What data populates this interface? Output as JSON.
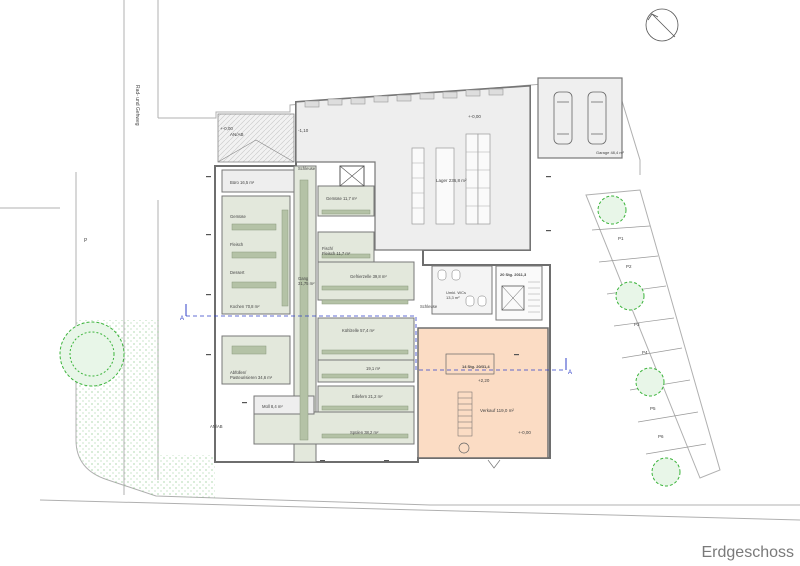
{
  "title": "Erdgeschoss",
  "street_label": "Rad- und Gehweg",
  "area_label_p": "P",
  "entrance_label": "AN/AB",
  "entrance_label_2": "AN/AB",
  "level_entry": "+-0,00",
  "level_ramp": "-1,10",
  "level_store": "+-0,00",
  "level_sales": "+-0,00",
  "level_gallery": "+2,20",
  "rooms": {
    "garage": "Garage 48,4 m²",
    "lager": "Lager 236,8 m²",
    "buero": "Büro 16,5 m²",
    "schleuse_top": "Schleuse",
    "schleuse_mid": "Schleuse",
    "gemuese_room": "Gemüse 11,7 m²",
    "fisch_room": "Fisch/\nFleisch 11,7 m²",
    "gefrierzelle": "Gefrierzelle 39,8 m²",
    "gang": "Gang\n31,75 m²",
    "kuehlzelle": "Kühlzelle 57,4 m²",
    "room_19": "19,1 m²",
    "eilieferung": "Eiliefern 21,2 m²",
    "spuelen": "Spülen 38,2 m²",
    "muell": "Müll 8,4 m²",
    "kochen": "Kochen 70,8 m²",
    "abfuellen": "Abfüllen/\nPasteurisieren 34,6 m²",
    "wcs": "Umkl. WCs\n13,3 m²",
    "verkauf": "Verkauf 119,0 m²",
    "stair_label": "20 Stg. 2011,3",
    "stair_label_2": "14 Stg. 20/31,4"
  },
  "kitchen_zones": [
    "Gemüse",
    "Fleisch",
    "Dessert"
  ],
  "parking": [
    "P1",
    "P2",
    "P3",
    "P4",
    "P5",
    "P6"
  ],
  "section_marker": "A",
  "colors": {
    "wall": "#7a7a7a",
    "storage": "#eeeeee",
    "kitchen": "#e3e8dc",
    "counter": "#b4c2a6",
    "sales": "#fbdcc4",
    "tree": "#3cb43c",
    "section": "#3040c8"
  }
}
